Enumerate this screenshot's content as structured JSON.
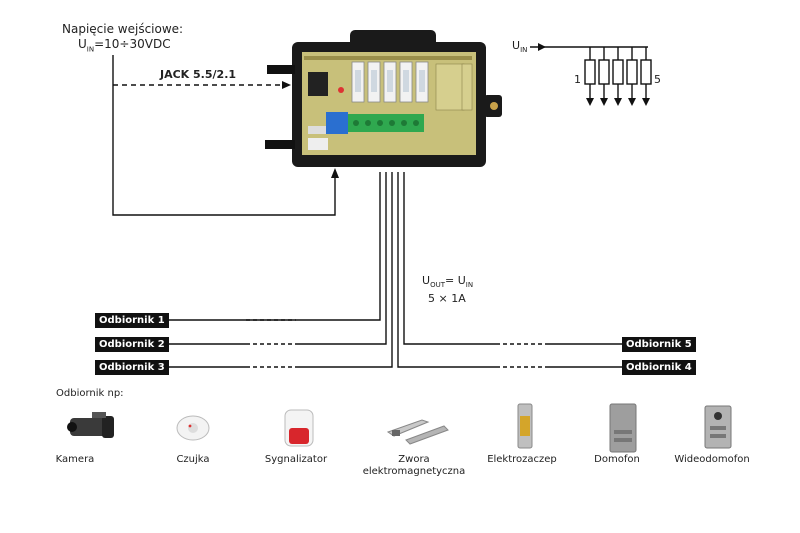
{
  "input_label": "Napięcie wejściowe:",
  "input_range_u": "U",
  "input_range_sub": "IN",
  "input_range_value": "=10÷30VDC",
  "jack_label": "JACK 5.5/2.1",
  "schematic": {
    "uin_u": "U",
    "uin_sub": "IN",
    "first_num": "1",
    "last_num": "5"
  },
  "output": {
    "u": "U",
    "sub_out": "OUT",
    "eq": "= U",
    "sub_in": "IN",
    "current": "5 × 1A"
  },
  "receivers": [
    "Odbiornik 1",
    "Odbiornik 2",
    "Odbiornik 3",
    "Odbiornik 4",
    "Odbiornik 5"
  ],
  "examples_title": "Odbiornik np:",
  "devices": [
    {
      "name": "Kamera",
      "icon": "camera-icon"
    },
    {
      "name": "Czujka",
      "icon": "smoke-detector-icon"
    },
    {
      "name": "Sygnalizator",
      "icon": "siren-icon"
    },
    {
      "name": "Zwora elektromagnetyczna",
      "icon": "electromagnet-icon"
    },
    {
      "name": "Elektrozaczep",
      "icon": "electric-strike-icon"
    },
    {
      "name": "Domofon",
      "icon": "door-phone-icon"
    },
    {
      "name": "Wideodomofon",
      "icon": "video-door-phone-icon"
    }
  ],
  "colors": {
    "pcb": "#c8c07a",
    "enclosure": "#1a1a1a",
    "terminal": "#2fa84f",
    "fuse": "#e8e8e8"
  }
}
